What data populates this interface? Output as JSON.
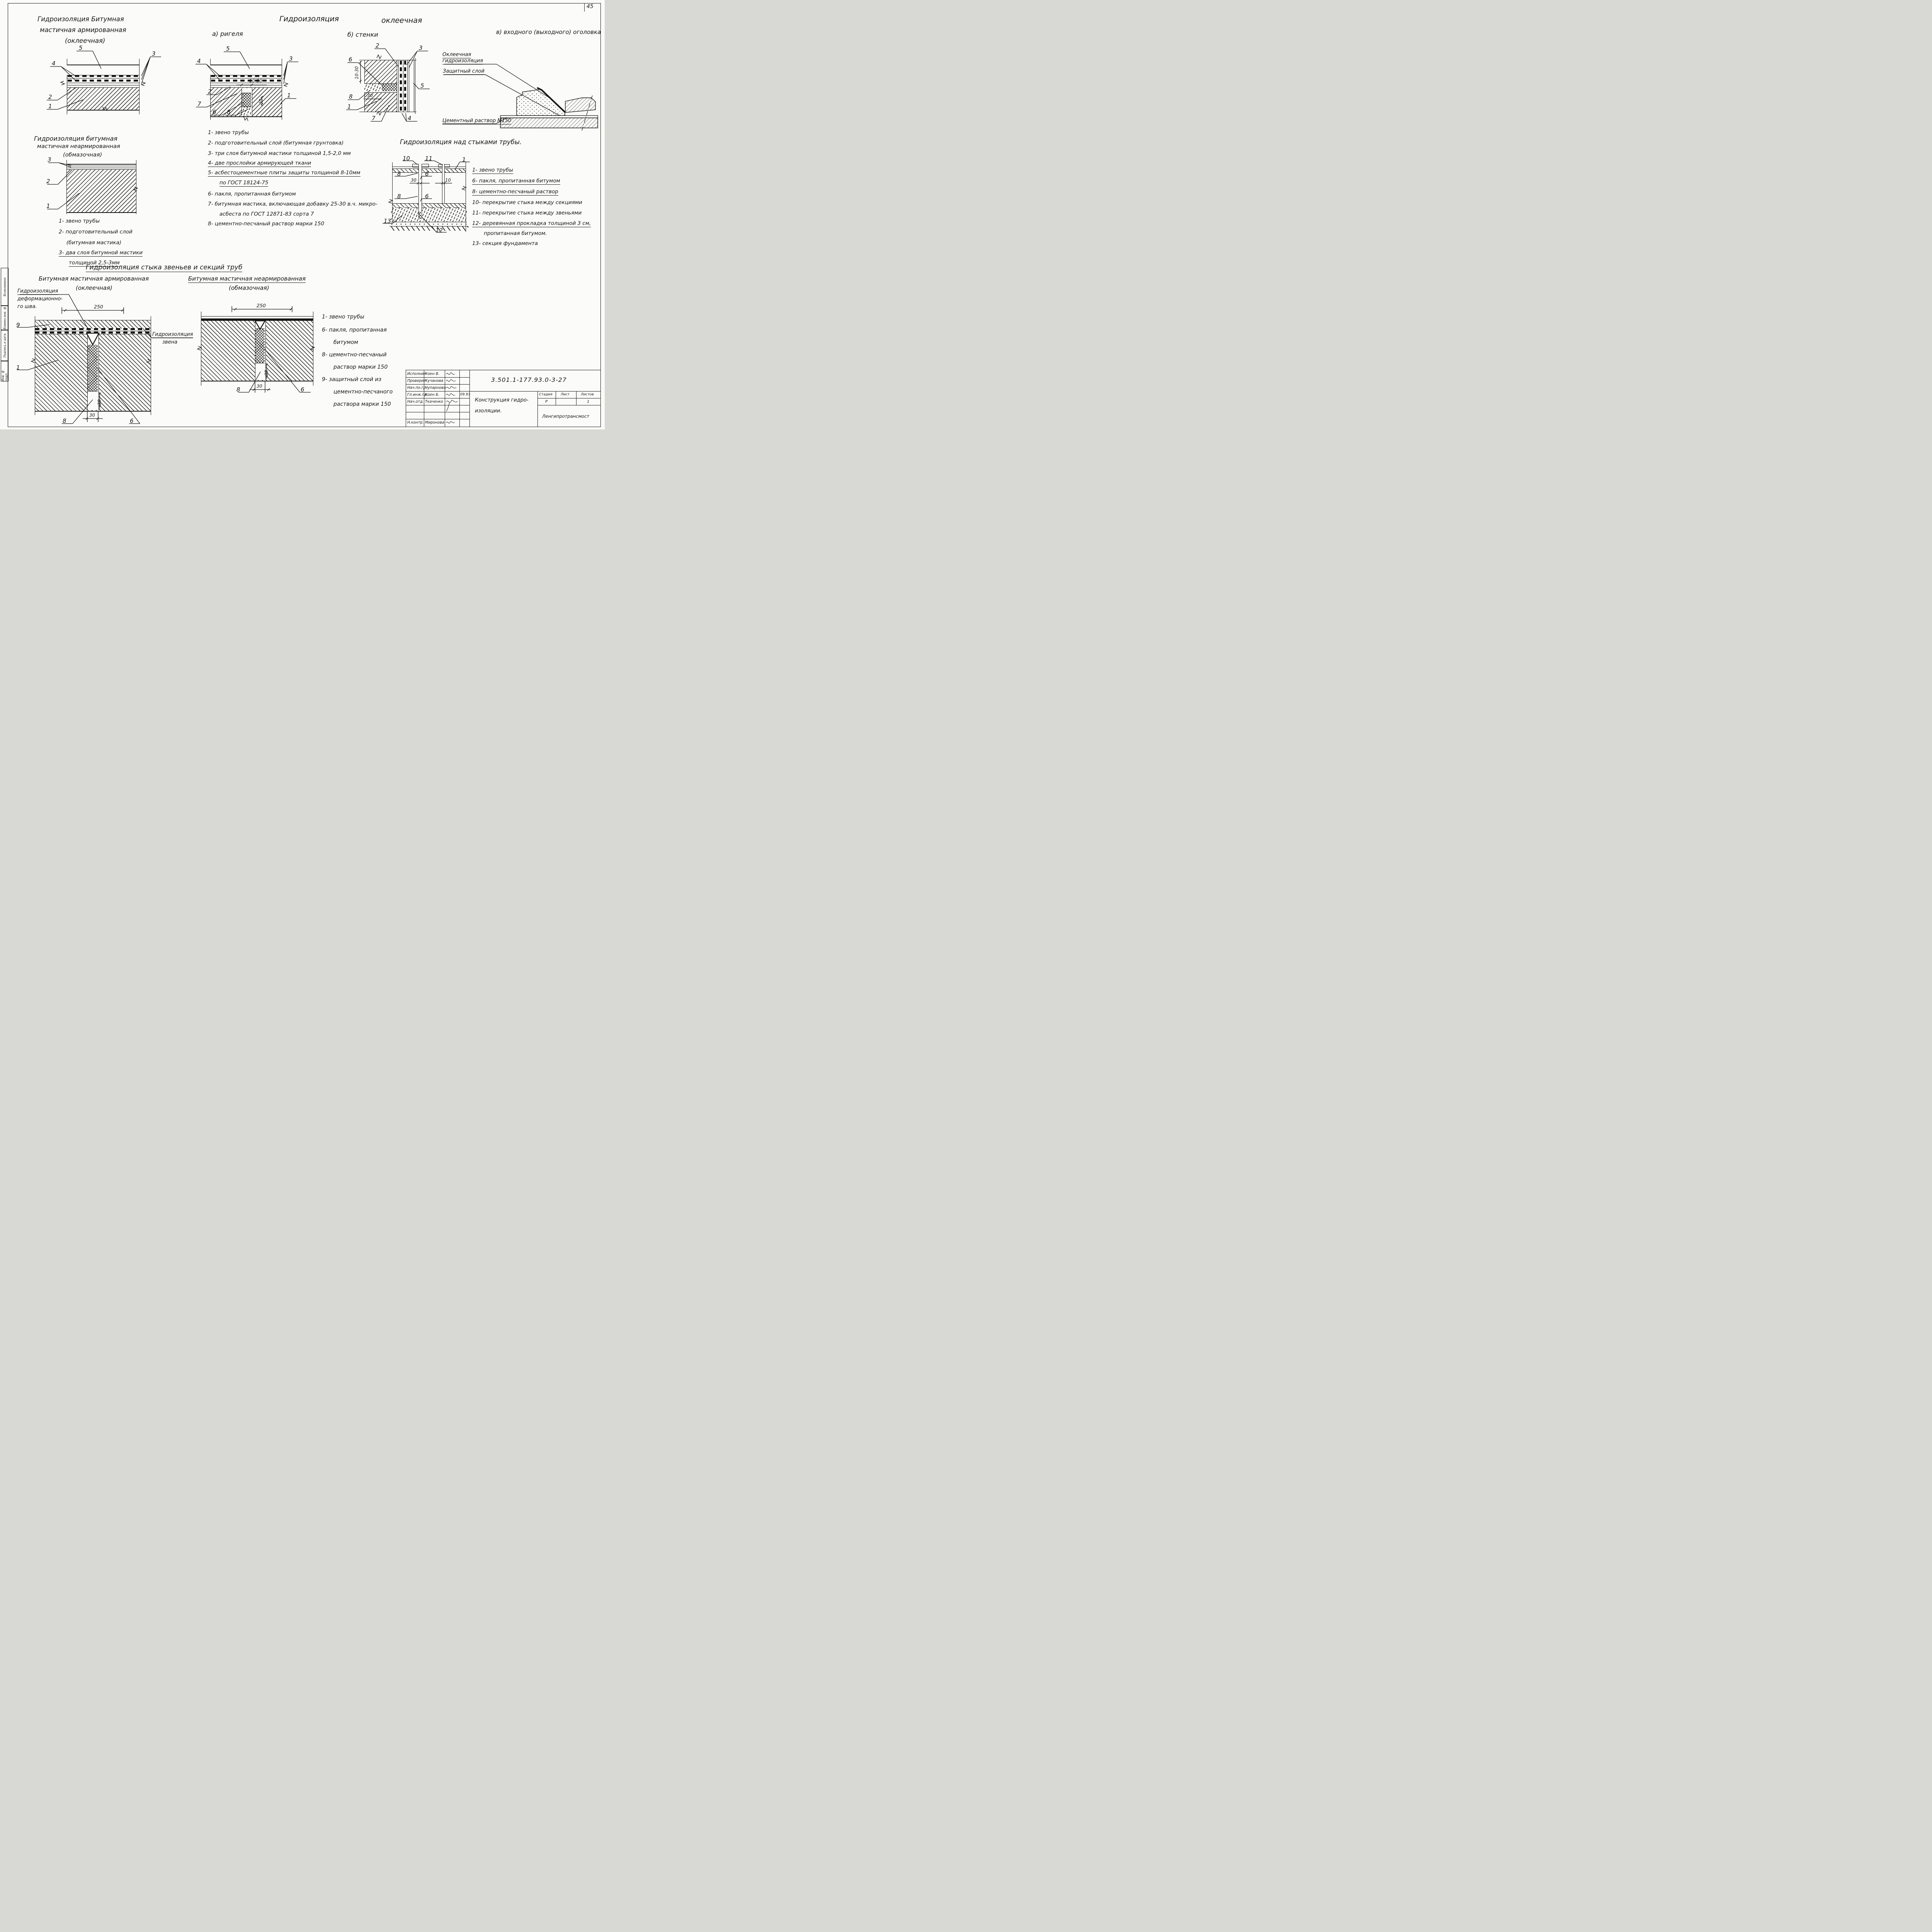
{
  "page": {
    "number": "45"
  },
  "sidebar": {
    "l1": "Взамен инв. №",
    "l2": "Подпись и дата",
    "l3": "Инв. № подл."
  },
  "headings": {
    "tl1": "Гидроизоляция Битумная",
    "tl2": "мастичная армированная",
    "tl3": "(оклеечная)",
    "main1": "Гидроизоляция",
    "main2": "оклеечная",
    "sub_a": "а) ригеля",
    "sub_b": "б) стенки",
    "sub_v": "в) входного (выходного) оголовка",
    "ml1": "Гидроизоляция битумная",
    "ml2": "мастичная неармированная",
    "ml3": "(обмазочная)",
    "mr": "Гидроизоляция над стыками трубы.",
    "bottom": "Гидроизоляция стыка звеньев и секций труб",
    "bl1": "Битумная мастичная армированная",
    "bl2": "(оклеечная)",
    "br1": "Битумная мастичная неармированная",
    "br2": "(обмазочная)"
  },
  "labels": {
    "okl1": "Оклеечная",
    "okl2": "гидроизоляция",
    "zash": "Защитный слой",
    "cement": "Цементный раствор М150",
    "def1": "Гидроизоляция",
    "def2": "деформационно-",
    "def3": "го шва.",
    "zv1": "Гидроизоляция",
    "zv2": "звена"
  },
  "callouts": {
    "n1": "1",
    "n2": "2",
    "n3": "3",
    "n4": "4",
    "n5": "5",
    "n6": "6",
    "n7": "7",
    "n8": "8",
    "n9": "9",
    "n10": "10",
    "n11": "11",
    "n12": "12",
    "n13": "13"
  },
  "dims": {
    "d250": "250",
    "d30": "30",
    "d10": "10",
    "d10_30": "10-30"
  },
  "legend_main": {
    "i1": "1- звено трубы",
    "i2": "2- подготовительный слой (битумная грунтовка)",
    "i3": "3- три слоя битумной мастики толщиной 1,5-2,0 мм",
    "i4": "4- две прослойки армирующей ткани",
    "i5": "5- асбестоцементные плиты защиты толщиной 8-10мм",
    "i5b": "по ГОСТ 18124-75",
    "i6": "6- пакля, пропитанная битумом",
    "i7": "7- битумная мастика, включающая добавку 25-30 в.ч. микро-",
    "i7b": "асбеста по ГОСТ 12871-83 сорта 7",
    "i8": "8- цементно-песчаный раствор марки 150"
  },
  "legend_ml": {
    "i1": "1- звено трубы",
    "i2": "2- подготовительный слой",
    "i2b": "(битумная мастика)",
    "i3": "3- два слоя битумной мастики",
    "i3b": "толщиной 2,5-3мм"
  },
  "legend_mr": {
    "i1": "1- звено трубы",
    "i6": "6- пакля, пропитанная битумом",
    "i8": "8- цементно-песчаный раствор",
    "i10": "10- перекрытие стыка между секциями",
    "i11": "11- перекрытие стыка между звеньями",
    "i12": "12- деревянная прокладка толщиной 3 см,",
    "i12b": "пропитанная битумом.",
    "i13": "13- секция фундамента"
  },
  "legend_b": {
    "i1": "1- звено трубы",
    "i6": "6- пакля, пропитанная",
    "i6b": "битумом",
    "i8": "8- цементно-песчаный",
    "i8b": "раствор марки 150",
    "i9": "9- защитный слой из",
    "i9b": "цементно-песчаного",
    "i9c": "раствора марки 150"
  },
  "titleblock": {
    "doc_number": "3.501.1-177.93.0-3-27",
    "title1": "Конструкция гидро-",
    "title2": "изоляции.",
    "org": "Ленгипротрансмост",
    "stage_label": "Стадия",
    "sheet_label": "Лист",
    "sheets_label": "Листов",
    "stage": "Р",
    "sheet": "",
    "sheets": "1",
    "date": "09.93",
    "rows": [
      {
        "role": "Исполнил",
        "name": "Коен В."
      },
      {
        "role": "Проверил",
        "name": "Кучанова"
      },
      {
        "role": "Нач.по.гр.",
        "name": "Чупарнова"
      },
      {
        "role": "Гл.инж.пр.",
        "name": "Коен Б."
      },
      {
        "role": "Нач.отд.",
        "name": "Ткаченко"
      },
      {
        "role": "",
        "name": ""
      },
      {
        "role": "",
        "name": ""
      },
      {
        "role": "Н.контр.",
        "name": "Миронова"
      }
    ]
  }
}
